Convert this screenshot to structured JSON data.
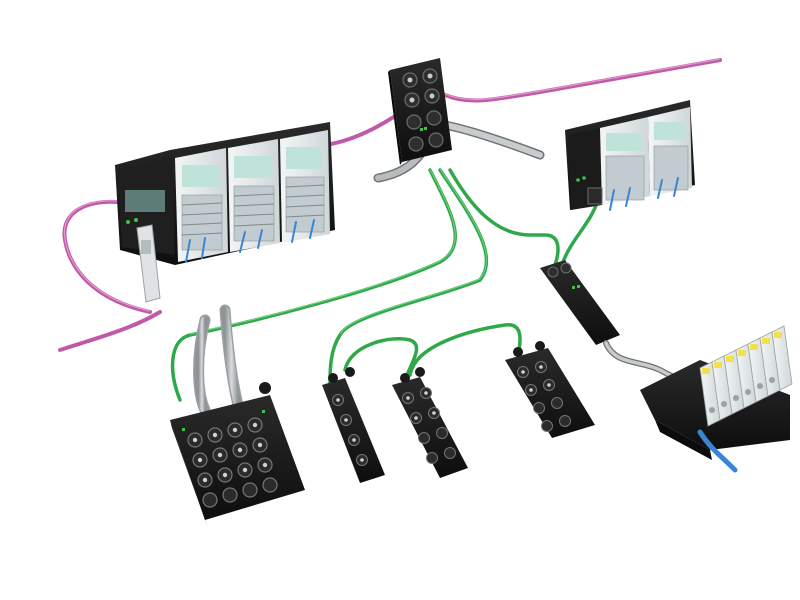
{
  "scene": {
    "subject": "industrial-fieldbus-network",
    "background_color": "#ffffff",
    "cable_colors": {
      "profibus": "#c05aa8",
      "ethernet": "#2fa84a",
      "power": "#b9bcbd",
      "pneumatic": "#3a86d4"
    },
    "device_colors": {
      "housing": "#1c1c1c",
      "module_face": "#e8ecec",
      "terminal": "#d7dde0",
      "accent_led": "#3fc14a",
      "valve_cap": "#f2e14a"
    },
    "components": [
      "plc-rack-left",
      "plc-rack-right",
      "network-switch-top",
      "io-block-large",
      "io-block-small-1",
      "io-block-small-2",
      "io-block-small-3",
      "inline-repeater",
      "valve-terminal"
    ]
  }
}
